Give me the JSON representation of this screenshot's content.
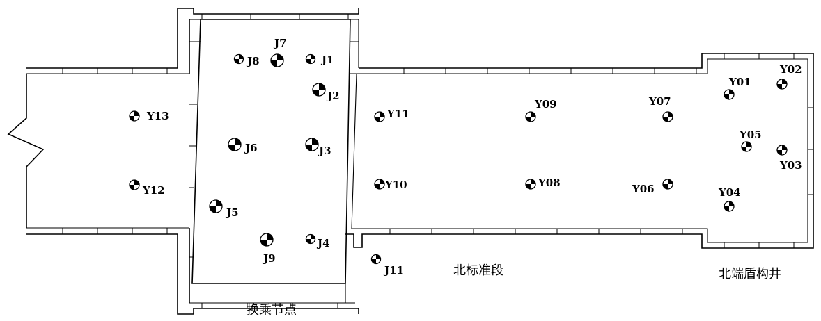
{
  "regions": {
    "transfer_node": "换乘节点",
    "north_standard_section": "北标准段",
    "north_shield_shaft": "北端盾构井"
  },
  "points": [
    {
      "id": "J1",
      "label": "J1"
    },
    {
      "id": "J2",
      "label": "J2"
    },
    {
      "id": "J3",
      "label": "J3"
    },
    {
      "id": "J4",
      "label": "J4"
    },
    {
      "id": "J5",
      "label": "J5"
    },
    {
      "id": "J6",
      "label": "J6"
    },
    {
      "id": "J7",
      "label": "J7"
    },
    {
      "id": "J8",
      "label": "J8"
    },
    {
      "id": "J9",
      "label": "J9"
    },
    {
      "id": "J11",
      "label": "J11"
    },
    {
      "id": "Y01",
      "label": "Y01"
    },
    {
      "id": "Y02",
      "label": "Y02"
    },
    {
      "id": "Y03",
      "label": "Y03"
    },
    {
      "id": "Y04",
      "label": "Y04"
    },
    {
      "id": "Y05",
      "label": "Y05"
    },
    {
      "id": "Y06",
      "label": "Y06"
    },
    {
      "id": "Y07",
      "label": "Y07"
    },
    {
      "id": "Y08",
      "label": "Y08"
    },
    {
      "id": "Y09",
      "label": "Y09"
    },
    {
      "id": "Y10",
      "label": "Y10"
    },
    {
      "id": "Y11",
      "label": "Y11"
    },
    {
      "id": "Y12",
      "label": "Y12"
    },
    {
      "id": "Y13",
      "label": "Y13"
    }
  ]
}
